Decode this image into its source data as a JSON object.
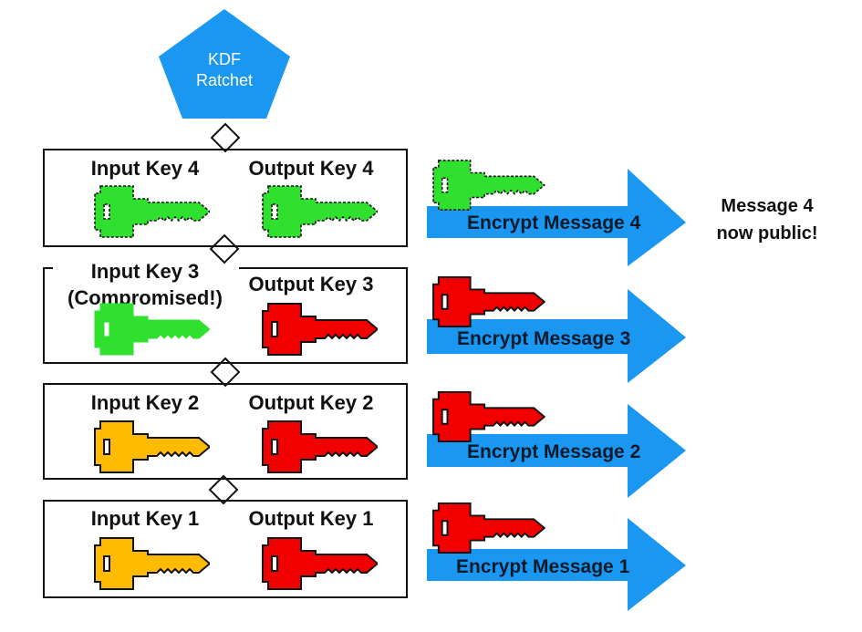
{
  "kdf": {
    "line1": "KDF",
    "line2": "Ratchet",
    "color": "#1a97f0"
  },
  "colors": {
    "green": "#2fe02f",
    "red": "#f20000",
    "amber": "#ffbb00",
    "arrow": "#1a97f0",
    "border": "#111111"
  },
  "stages": [
    {
      "id": "4",
      "input_label": "Input Key 4",
      "input_note": "",
      "output_label": "Output Key 4",
      "input_color": "#2fe02f",
      "output_color": "#2fe02f",
      "dashed": true,
      "arrow_label": "Encrypt Message 4",
      "arrow_key_color": "#2fe02f"
    },
    {
      "id": "3",
      "input_label": "Input Key 3",
      "input_note": "(Compromised!)",
      "output_label": "Output Key 3",
      "input_color": "#2fe02f",
      "output_color": "#f20000",
      "dashed": false,
      "arrow_label": "Encrypt Message 3",
      "arrow_key_color": "#f20000"
    },
    {
      "id": "2",
      "input_label": "Input Key 2",
      "input_note": "",
      "output_label": "Output Key 2",
      "input_color": "#ffbb00",
      "output_color": "#f20000",
      "dashed": false,
      "arrow_label": "Encrypt Message 2",
      "arrow_key_color": "#f20000"
    },
    {
      "id": "1",
      "input_label": "Input Key 1",
      "input_note": "",
      "output_label": "Output Key 1",
      "input_color": "#ffbb00",
      "output_color": "#f20000",
      "dashed": false,
      "arrow_label": "Encrypt Message 1",
      "arrow_key_color": "#f20000"
    }
  ],
  "public_note": {
    "line1": "Message 4",
    "line2": "now public!"
  }
}
